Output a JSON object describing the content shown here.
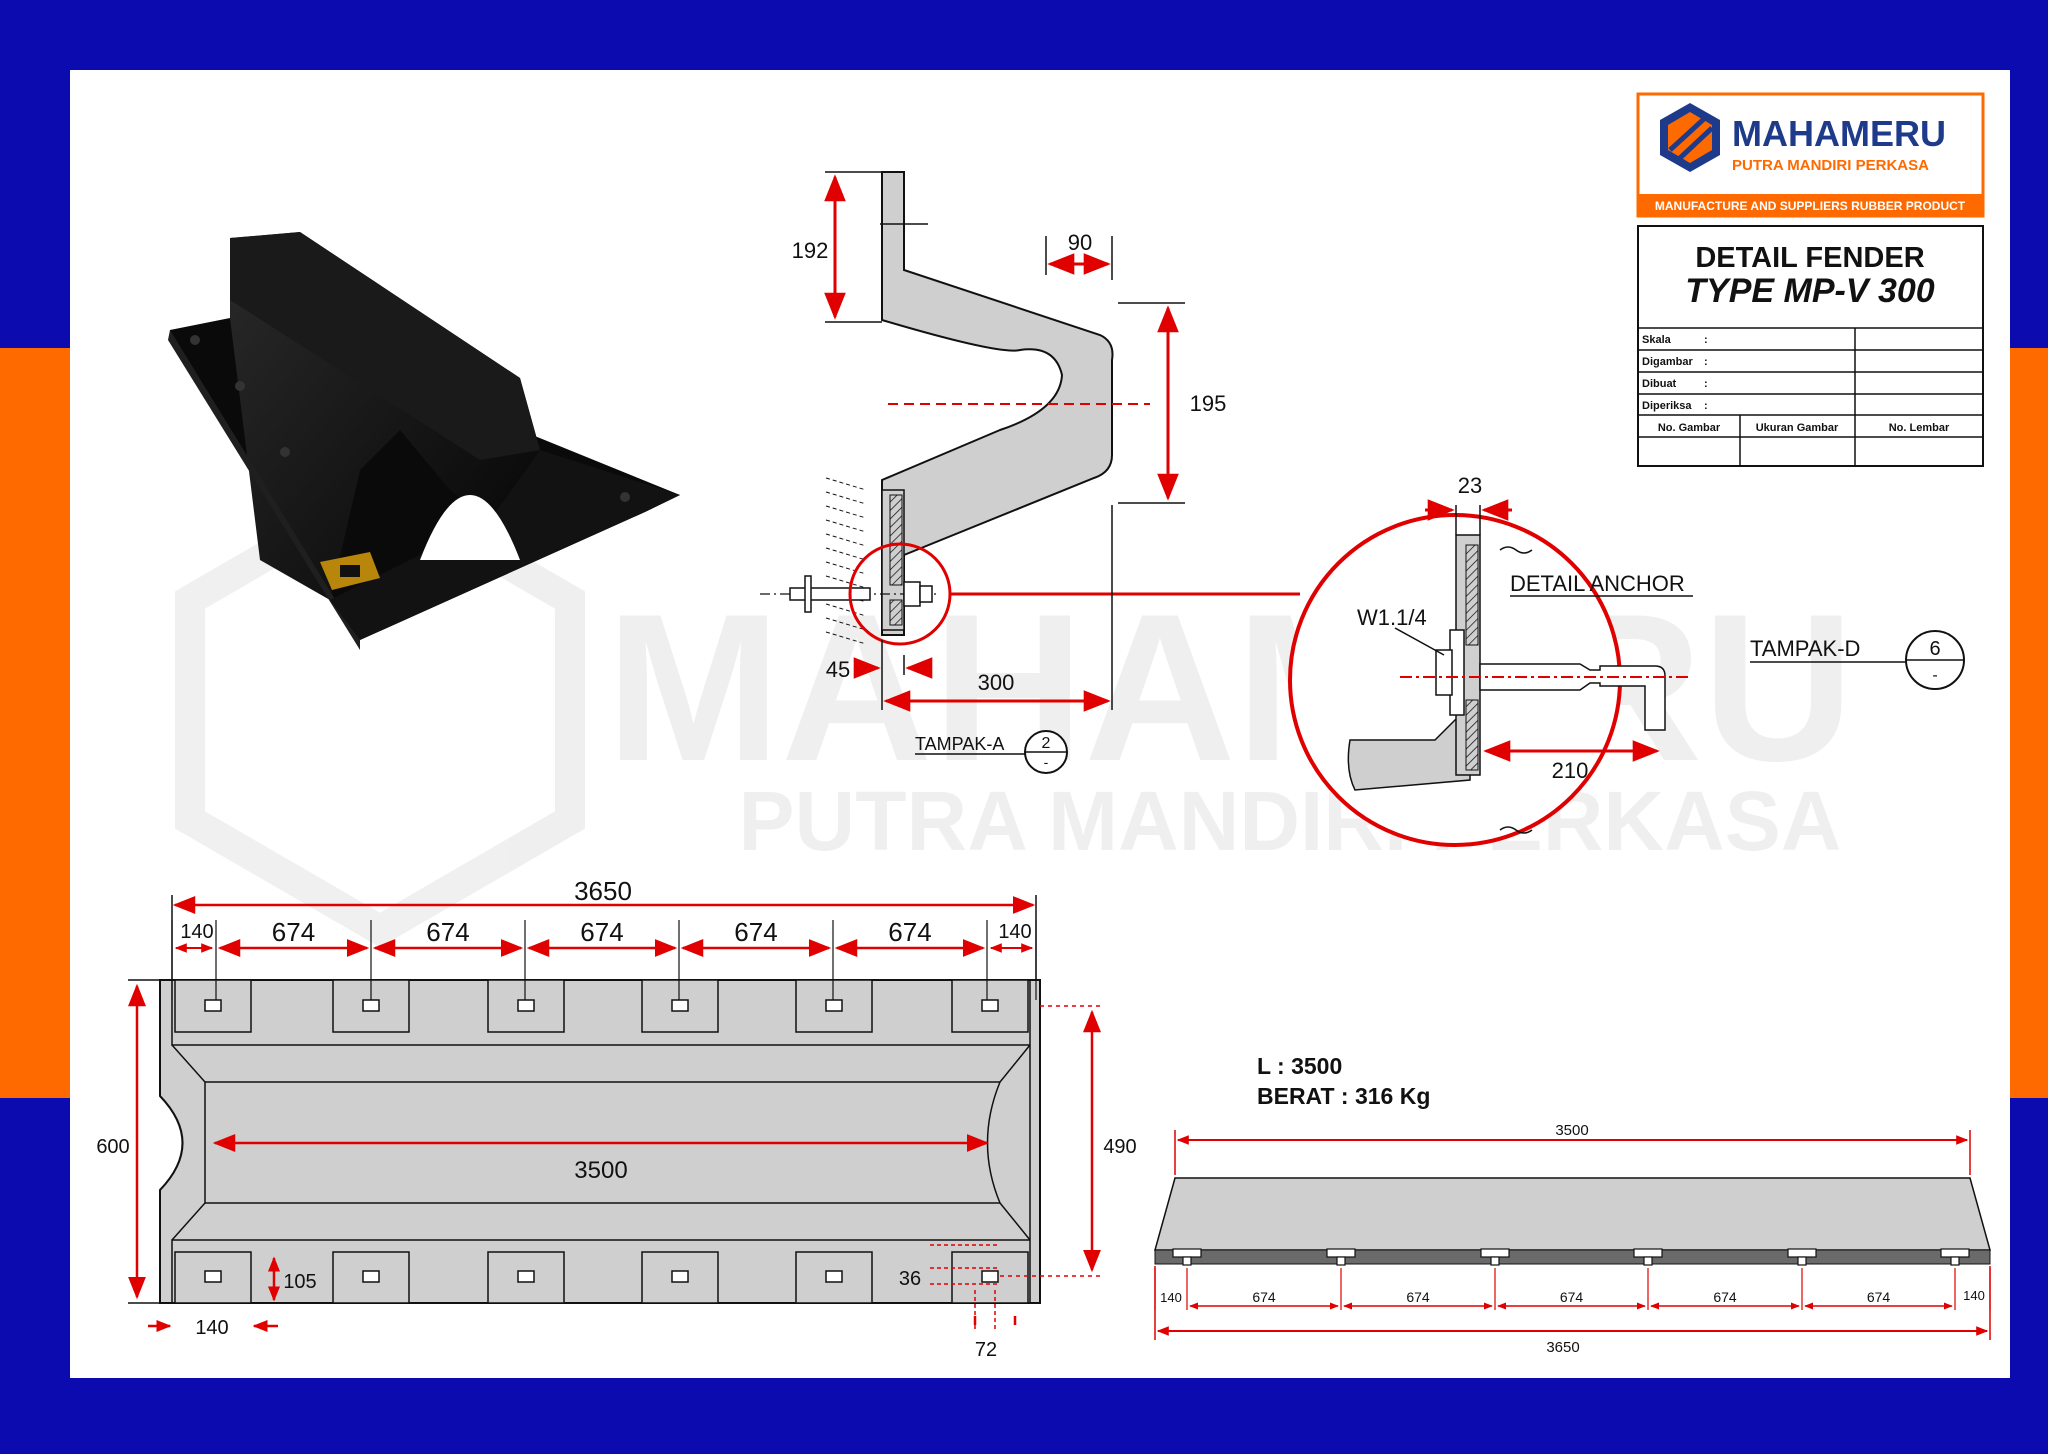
{
  "colors": {
    "frame_blue": "#0b0bb0",
    "frame_orange": "#ff6a00",
    "paper": "#ffffff",
    "dim_red": "#e00000",
    "part_gray": "#cfcfcf",
    "line_black": "#111111",
    "logo_blue": "#1e3a8a"
  },
  "title_block": {
    "logo_name": "MAHAMERU",
    "logo_sub": "PUTRA MANDIRI PERKASA",
    "logo_tagline": "MANUFACTURE AND SUPPLIERS RUBBER PRODUCT",
    "title_line1": "DETAIL FENDER",
    "title_line2": "TYPE MP-V 300",
    "rows": [
      {
        "label": "Skala",
        "colon": ":"
      },
      {
        "label": "Digambar",
        "colon": ":"
      },
      {
        "label": "Dibuat",
        "colon": ":"
      },
      {
        "label": "Diperiksa",
        "colon": ":"
      }
    ],
    "col_headers": [
      "No. Gambar",
      "Ukuran Gambar",
      "No. Lembar"
    ]
  },
  "watermark": {
    "line1": "MAHAMERU",
    "line2": "PUTRA MANDIRI PERKASA"
  },
  "side_view": {
    "dims": {
      "d192": "192",
      "d90": "90",
      "d195": "195",
      "d45": "45",
      "d300": "300"
    },
    "view_label": "TAMPAK-A",
    "view_num": "2",
    "view_sub": "-"
  },
  "detail_anchor": {
    "title": "DETAIL ANCHOR",
    "d23": "23",
    "bolt": "W1.1/4",
    "d210": "210"
  },
  "view_d": {
    "label": "TAMPAK-D",
    "num": "6",
    "sub": "-"
  },
  "plan_view": {
    "total": "3650",
    "edge": "140",
    "pitch": "674",
    "inner": "3500",
    "height": "600",
    "inner_height": "490",
    "pad": "105",
    "bottom_edge": "140",
    "hole_offset": "36",
    "hole_width": "72"
  },
  "specs": {
    "length": "L : 3500",
    "weight": "BERAT : 316 Kg"
  },
  "front_view": {
    "top": "3500",
    "bottom": "3650",
    "edge": "140",
    "pitch": "674"
  }
}
